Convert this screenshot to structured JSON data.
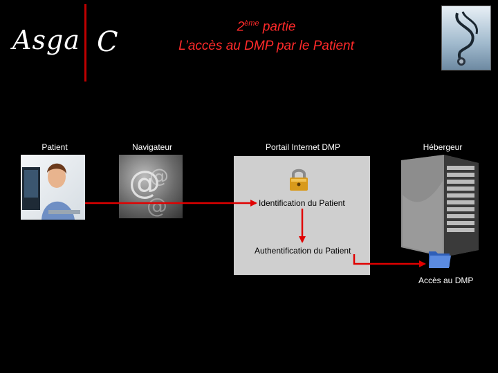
{
  "header": {
    "logo_text": "Asga",
    "logo_mark": "C",
    "title_line1_prefix": "2",
    "title_line1_sup": "ème",
    "title_line1_suffix": " partie",
    "title_line2": "L’accès au DMP par le Patient",
    "stethoscope_image": "stethoscope-photo"
  },
  "columns": [
    {
      "label": "Patient"
    },
    {
      "label": "Navigateur"
    },
    {
      "label": "Portail Internet DMP"
    },
    {
      "label": "Hébergeur"
    }
  ],
  "portal": {
    "lock_icon": "padlock-icon",
    "step1": "Identification du Patient",
    "step2": "Authentification du Patient"
  },
  "server": {
    "folder_icon": "folder-icon",
    "caption": "Accès au DMP"
  },
  "colors": {
    "background": "#000000",
    "accent_red": "#e00000",
    "title_red": "#ff2a2a",
    "portal_gray": "#cfcfcf"
  }
}
